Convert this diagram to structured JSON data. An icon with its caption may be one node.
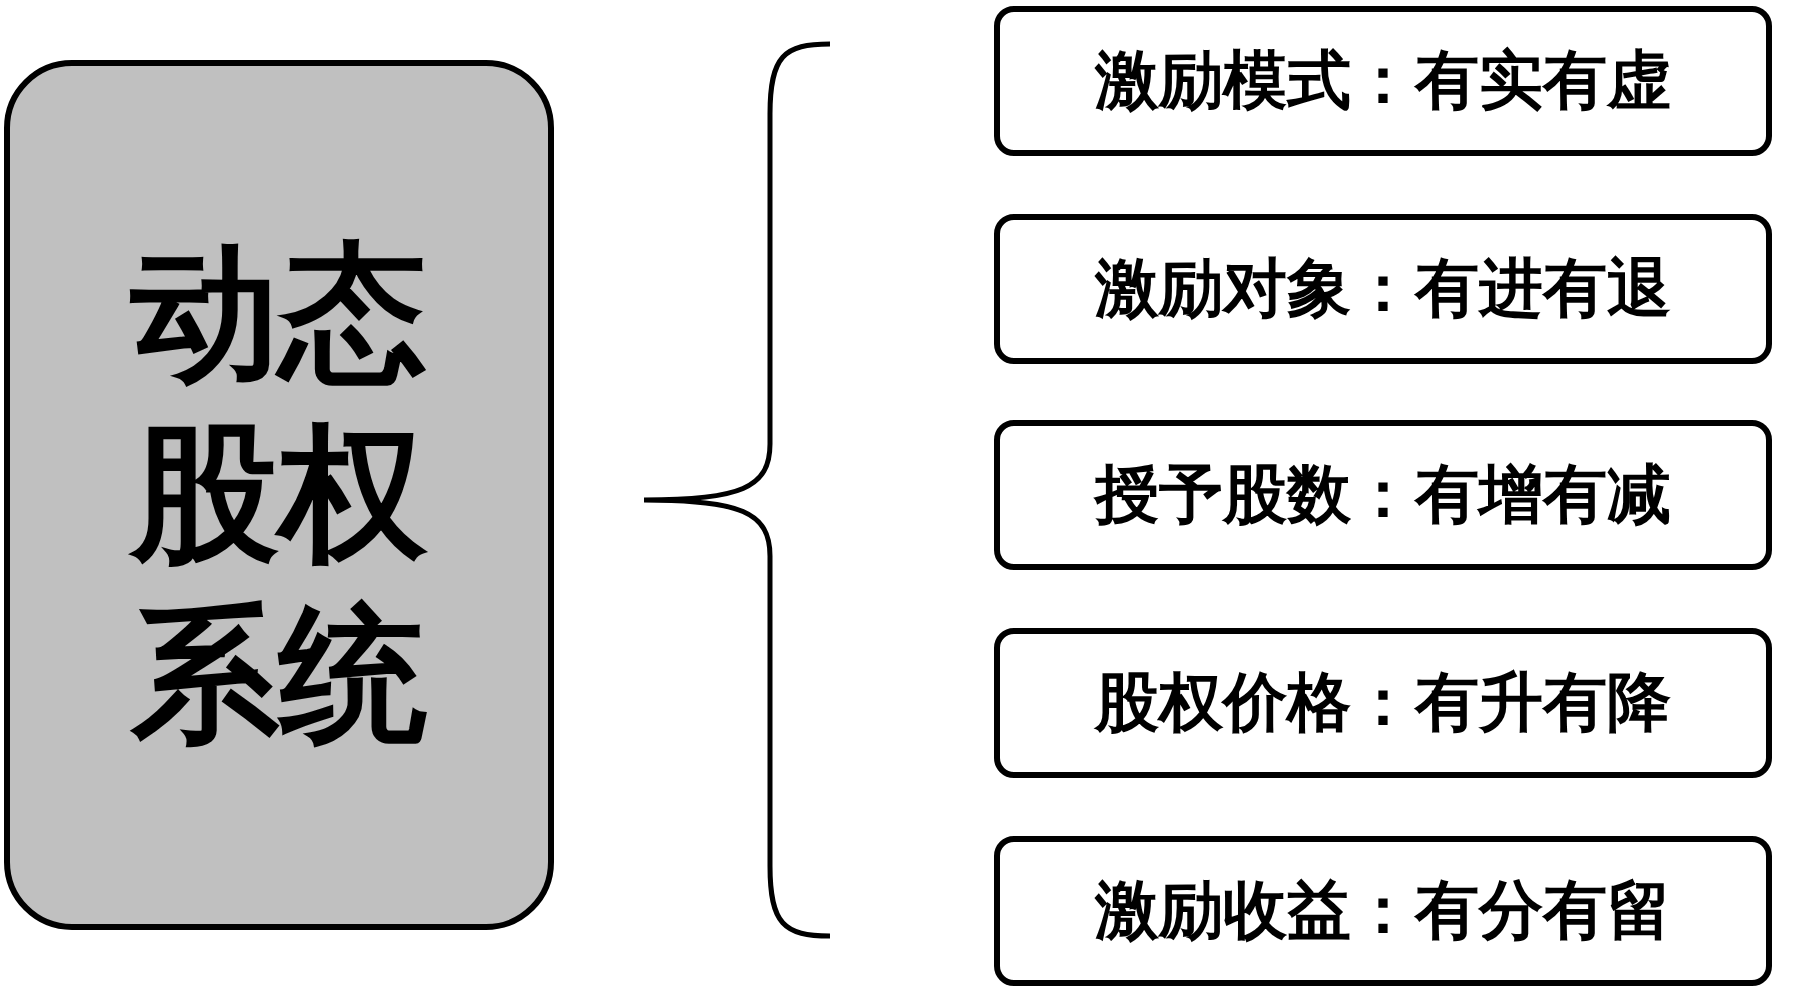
{
  "diagram": {
    "nodes": [
      {
        "text": [
          "动态股权系统"
        ]
      },
      {
        "text": [
          "激励模式：有实有虚"
        ]
      },
      {
        "text": [
          "激励对象：有进有退"
        ]
      },
      {
        "text": [
          "授予股数：有增有减"
        ]
      },
      {
        "text": [
          "股权价格：有升有降"
        ]
      },
      {
        "text": [
          "激励收益：有分有留"
        ]
      }
    ]
  }
}
